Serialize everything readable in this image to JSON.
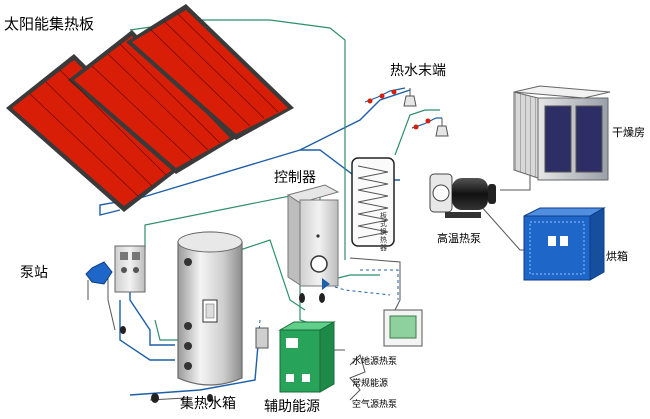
{
  "labels": {
    "solar_collector": "太阳能集热板",
    "hot_water_end": "热水末端",
    "controller": "控制器",
    "pump_station": "泵站",
    "heat_storage_tank": "集热水箱",
    "auxiliary_energy": "辅助能源",
    "high_temp_heat_pump": "高温热泵",
    "drying_room": "干燥房",
    "oven": "烘箱",
    "water_ground_source_heat_pump": "水地源热泵",
    "conventional_energy": "常规能源",
    "air_source_heat_pump": "空气源热泵",
    "plate_exchanger_vertical": "板式换热器"
  },
  "colors": {
    "collector_red": "#d81e06",
    "pipe_blue": "#1d5fa8",
    "pipe_green": "#2f8f6a",
    "aux_green": "#27a35a",
    "oven_blue": "#1e66c8",
    "tank_gray": "#d9d9d9"
  }
}
